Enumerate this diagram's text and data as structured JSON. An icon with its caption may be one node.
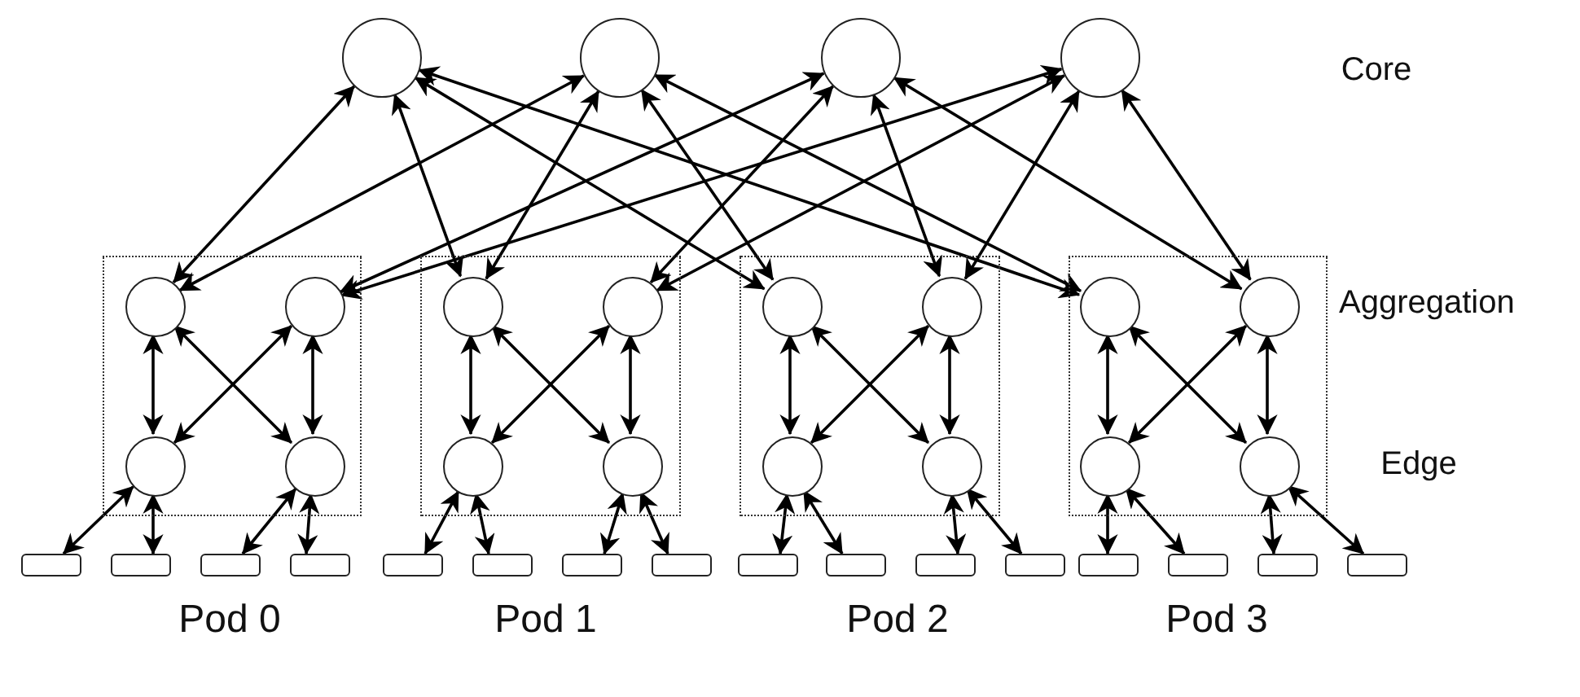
{
  "diagram": {
    "nodes": [
      {
        "text": [],
        "shape": "circle"
      },
      {
        "text": [],
        "shape": "circle"
      },
      {
        "text": [],
        "shape": "circle"
      },
      {
        "text": [],
        "shape": "circle"
      },
      {
        "text": [],
        "shape": "box"
      },
      {
        "text": [],
        "shape": "circle",
        "in": 4
      },
      {
        "text": [],
        "shape": "circle",
        "in": 4
      },
      {
        "text": [],
        "shape": "circle",
        "in": 4
      },
      {
        "text": [],
        "shape": "circle",
        "in": 4
      },
      {
        "text": [],
        "shape": "box"
      },
      {
        "text": [],
        "shape": "circle",
        "in": 9
      },
      {
        "text": [],
        "shape": "circle",
        "in": 9
      },
      {
        "text": [],
        "shape": "circle",
        "in": 9
      },
      {
        "text": [],
        "shape": "circle",
        "in": 9
      },
      {
        "text": [],
        "shape": "box"
      },
      {
        "text": [],
        "shape": "circle",
        "in": 14
      },
      {
        "text": [],
        "shape": "circle",
        "in": 14
      },
      {
        "text": [],
        "shape": "circle",
        "in": 14
      },
      {
        "text": [],
        "shape": "circle",
        "in": 14
      },
      {
        "text": [],
        "shape": "box"
      },
      {
        "text": [],
        "shape": "circle",
        "in": 19
      },
      {
        "text": [],
        "shape": "circle",
        "in": 19
      },
      {
        "text": [],
        "shape": "circle",
        "in": 19
      },
      {
        "text": [],
        "shape": "circle",
        "in": 19
      },
      {
        "text": [],
        "shape": "bar"
      },
      {
        "text": [],
        "shape": "bar"
      },
      {
        "text": [],
        "shape": "bar"
      },
      {
        "text": [],
        "shape": "bar"
      },
      {
        "text": [],
        "shape": "bar"
      },
      {
        "text": [],
        "shape": "bar"
      },
      {
        "text": [],
        "shape": "bar"
      },
      {
        "text": [],
        "shape": "bar"
      },
      {
        "text": [],
        "shape": "bar"
      },
      {
        "text": [],
        "shape": "bar"
      },
      {
        "text": [],
        "shape": "bar"
      },
      {
        "text": [],
        "shape": "bar"
      },
      {
        "text": [],
        "shape": "bar"
      },
      {
        "text": [],
        "shape": "bar"
      },
      {
        "text": [],
        "shape": "bar"
      },
      {
        "text": [],
        "shape": "bar"
      }
    ],
    "edges": [
      {
        "from": 0,
        "to": 5,
        "arrow": "both"
      },
      {
        "from": 0,
        "to": 10,
        "arrow": "both"
      },
      {
        "from": 0,
        "to": 15,
        "arrow": "both"
      },
      {
        "from": 0,
        "to": 20,
        "arrow": "both"
      },
      {
        "from": 1,
        "to": 5,
        "arrow": "both"
      },
      {
        "from": 1,
        "to": 10,
        "arrow": "both"
      },
      {
        "from": 1,
        "to": 15,
        "arrow": "both"
      },
      {
        "from": 1,
        "to": 20,
        "arrow": "both"
      },
      {
        "from": 2,
        "to": 6,
        "arrow": "both"
      },
      {
        "from": 2,
        "to": 11,
        "arrow": "both"
      },
      {
        "from": 2,
        "to": 16,
        "arrow": "both"
      },
      {
        "from": 2,
        "to": 21,
        "arrow": "both"
      },
      {
        "from": 3,
        "to": 6,
        "arrow": "both"
      },
      {
        "from": 3,
        "to": 11,
        "arrow": "both"
      },
      {
        "from": 3,
        "to": 16,
        "arrow": "both"
      },
      {
        "from": 3,
        "to": 21,
        "arrow": "both"
      },
      {
        "from": 5,
        "to": 7,
        "arrow": "both"
      },
      {
        "from": 5,
        "to": 8,
        "arrow": "both"
      },
      {
        "from": 6,
        "to": 7,
        "arrow": "both"
      },
      {
        "from": 6,
        "to": 8,
        "arrow": "both"
      },
      {
        "from": 10,
        "to": 12,
        "arrow": "both"
      },
      {
        "from": 10,
        "to": 13,
        "arrow": "both"
      },
      {
        "from": 11,
        "to": 12,
        "arrow": "both"
      },
      {
        "from": 11,
        "to": 13,
        "arrow": "both"
      },
      {
        "from": 15,
        "to": 17,
        "arrow": "both"
      },
      {
        "from": 15,
        "to": 18,
        "arrow": "both"
      },
      {
        "from": 16,
        "to": 17,
        "arrow": "both"
      },
      {
        "from": 16,
        "to": 18,
        "arrow": "both"
      },
      {
        "from": 20,
        "to": 22,
        "arrow": "both"
      },
      {
        "from": 20,
        "to": 23,
        "arrow": "both"
      },
      {
        "from": 21,
        "to": 22,
        "arrow": "both"
      },
      {
        "from": 21,
        "to": 23,
        "arrow": "both"
      },
      {
        "from": 7,
        "to": 24,
        "arrow": "both"
      },
      {
        "from": 7,
        "to": 25,
        "arrow": "both"
      },
      {
        "from": 8,
        "to": 26,
        "arrow": "both"
      },
      {
        "from": 8,
        "to": 27,
        "arrow": "both"
      },
      {
        "from": 12,
        "to": 28,
        "arrow": "both"
      },
      {
        "from": 12,
        "to": 29,
        "arrow": "both"
      },
      {
        "from": 13,
        "to": 30,
        "arrow": "both"
      },
      {
        "from": 13,
        "to": 31,
        "arrow": "both"
      },
      {
        "from": 17,
        "to": 32,
        "arrow": "both"
      },
      {
        "from": 17,
        "to": 33,
        "arrow": "both"
      },
      {
        "from": 18,
        "to": 34,
        "arrow": "both"
      },
      {
        "from": 18,
        "to": 35,
        "arrow": "both"
      },
      {
        "from": 22,
        "to": 36,
        "arrow": "both"
      },
      {
        "from": 22,
        "to": 37,
        "arrow": "both"
      },
      {
        "from": 23,
        "to": 38,
        "arrow": "both"
      },
      {
        "from": 23,
        "to": 39,
        "arrow": "both"
      }
    ],
    "labels": [
      "Core",
      "Aggregation",
      "Edge",
      "Pod 0",
      "Pod 1",
      "Pod 2",
      "Pod 3"
    ]
  }
}
